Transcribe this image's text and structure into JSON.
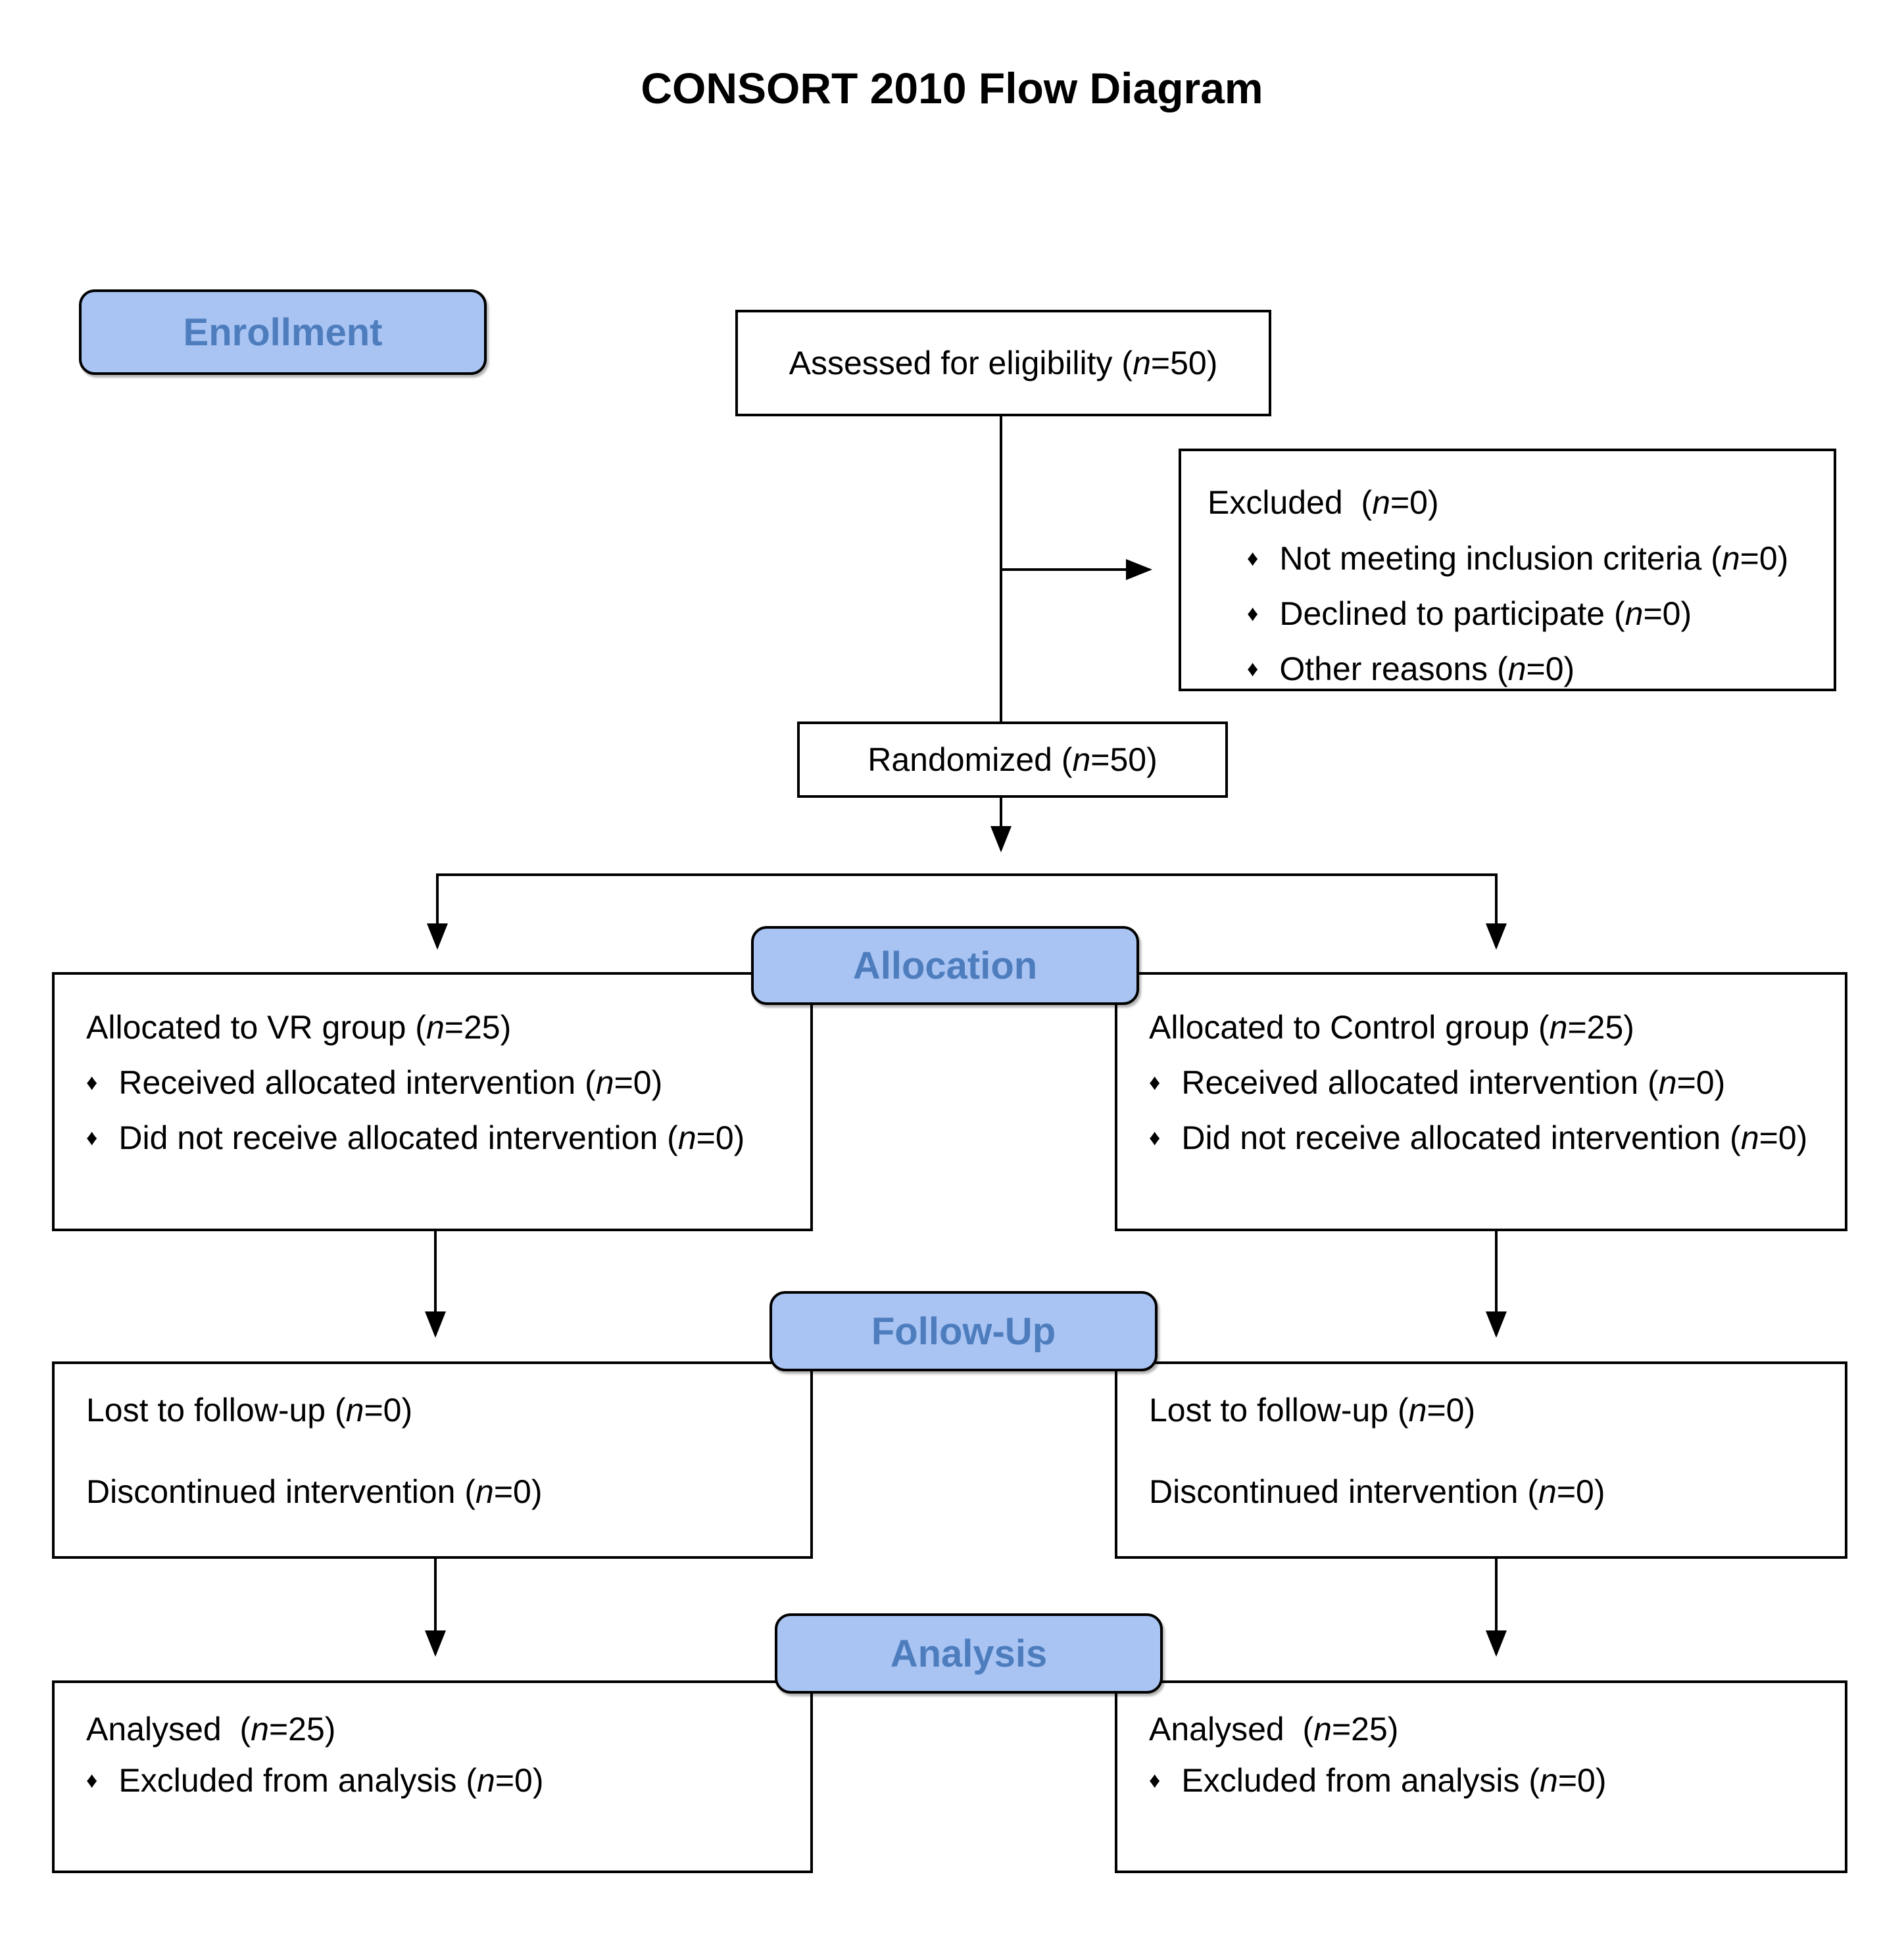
{
  "title": "CONSORT 2010 Flow Diagram",
  "icons": {
    "bullet": "♦"
  },
  "colors": {
    "stage_fill": "#A9C4F3",
    "stage_text": "#4E7DBE",
    "border": "#000000",
    "background": "#FFFFFF"
  },
  "stages": {
    "enrollment": {
      "label": "Enrollment"
    },
    "allocation": {
      "label": "Allocation"
    },
    "followup": {
      "label": "Follow-Up"
    },
    "analysis": {
      "label": "Analysis"
    }
  },
  "boxes": {
    "assessed": {
      "text": "Assessed for eligibility (n=50)"
    },
    "excluded": {
      "title": "Excluded  (n=0)",
      "bullets": [
        "Not meeting inclusion criteria (n=0)",
        "Declined to participate (n=0)",
        "Other reasons (n=0)"
      ]
    },
    "randomized": {
      "text": "Randomized (n=50)"
    },
    "allocation_vr": {
      "title": "Allocated to VR group (n=25)",
      "bullets": [
        "Received allocated intervention (n=0)",
        "Did not receive allocated intervention (n=0)"
      ]
    },
    "allocation_control": {
      "title": "Allocated to Control group (n=25)",
      "bullets": [
        "Received allocated intervention (n=0)",
        "Did not receive allocated intervention (n=0)"
      ]
    },
    "followup_vr": {
      "lines": [
        "Lost to follow-up (n=0)",
        "Discontinued intervention (n=0)"
      ]
    },
    "followup_control": {
      "lines": [
        "Lost to follow-up (n=0)",
        "Discontinued intervention (n=0)"
      ]
    },
    "analysis_vr": {
      "title": "Analysed  (n=25)",
      "bullets": [
        "Excluded from analysis (n=0)"
      ]
    },
    "analysis_control": {
      "title": "Analysed  (n=25)",
      "bullets": [
        "Excluded from analysis (n=0)"
      ]
    }
  }
}
